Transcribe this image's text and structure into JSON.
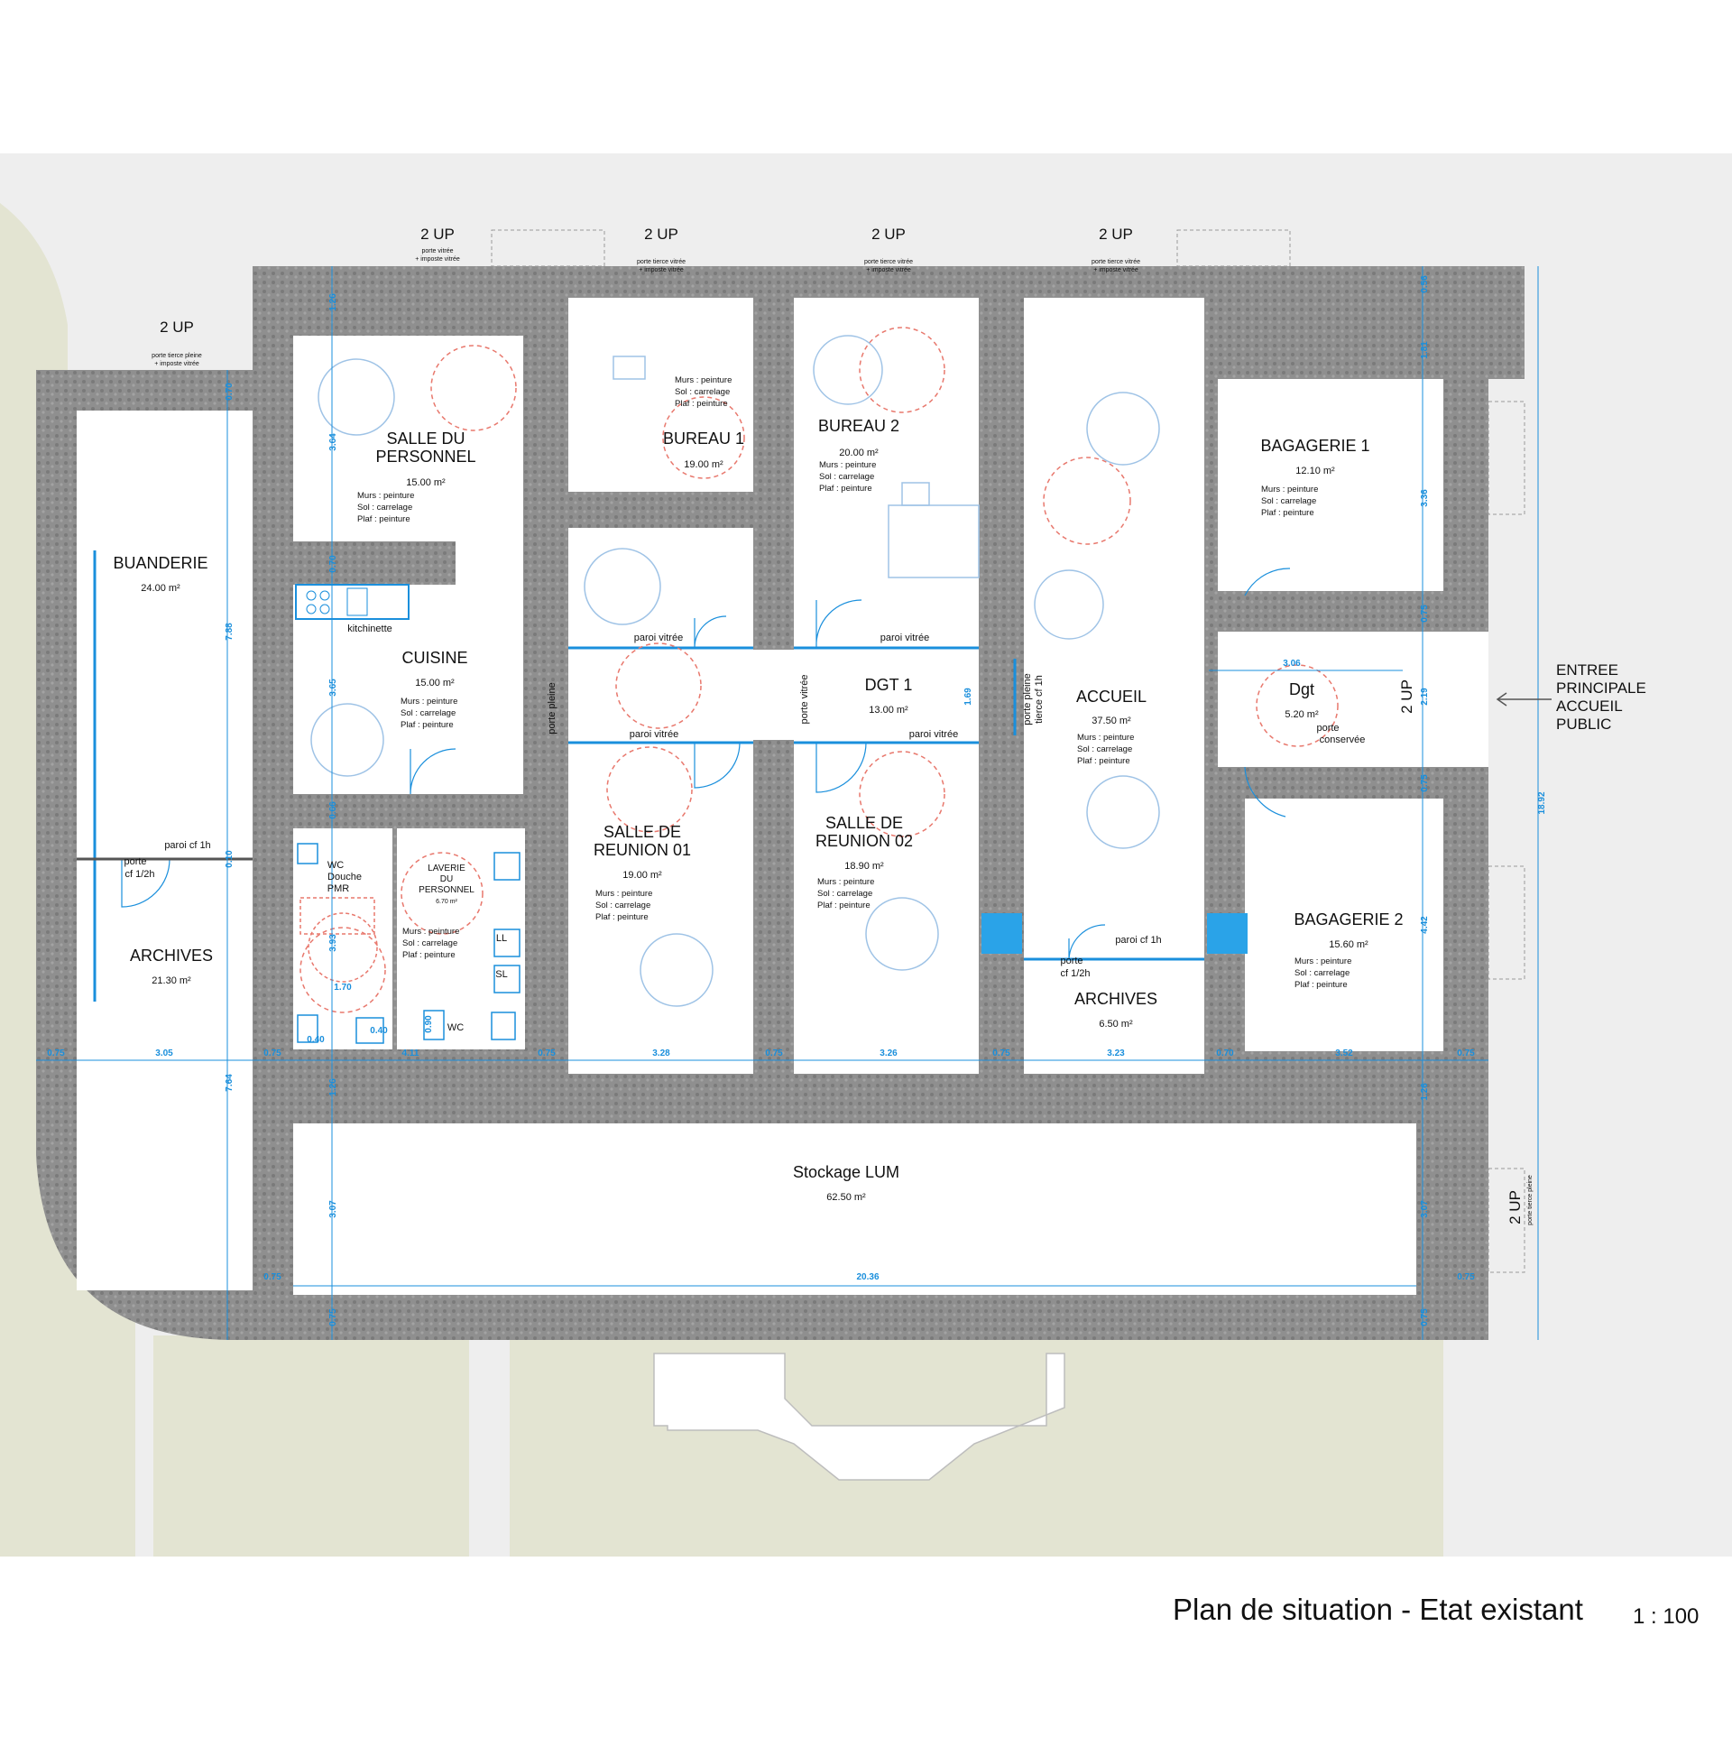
{
  "title": "Plan de situation - Etat existant",
  "scale": "1 : 100",
  "colors": {
    "wall": "#8f8f8f",
    "exterior": "#e3e4d2",
    "ground": "#eeeeee",
    "dimension": "#1a8fdc",
    "furniture": "#9fc3e6",
    "turning_circle": "#e8786d"
  },
  "rooms": [
    {
      "name": "BUANDERIE",
      "area": "24.00 m²"
    },
    {
      "name": "ARCHIVES",
      "area": "21.30 m²"
    },
    {
      "name_1": "SALLE DU",
      "name_2": "PERSONNEL",
      "area": "15.00 m²",
      "murs": "Murs : peinture",
      "sol": "Sol : carrelage",
      "plaf": "Plaf : peinture"
    },
    {
      "name": "CUISINE",
      "area": "15.00 m²",
      "murs": "Murs : peinture",
      "sol": "Sol : carrelage",
      "plaf": "Plaf : peinture"
    },
    {
      "name": "BUREAU 1",
      "area": "19.00 m²",
      "murs": "Murs : peinture",
      "sol": "Sol : carrelage",
      "plaf": "Plaf : peinture"
    },
    {
      "name": "BUREAU 2",
      "area": "20.00 m²",
      "murs": "Murs : peinture",
      "sol": "Sol : carrelage",
      "plaf": "Plaf : peinture"
    },
    {
      "name": "DGT 1",
      "area": "13.00 m²"
    },
    {
      "name": "ACCUEIL",
      "area": "37.50 m²",
      "murs": "Murs : peinture",
      "sol": "Sol : carrelage",
      "plaf": "Plaf : peinture"
    },
    {
      "name": "BAGAGERIE 1",
      "area": "12.10 m²",
      "murs": "Murs : peinture",
      "sol": "Sol : carrelage",
      "plaf": "Plaf : peinture"
    },
    {
      "name": "Dgt",
      "area": "5.20 m²"
    },
    {
      "name": "BAGAGERIE 2",
      "area": "15.60 m²",
      "murs": "Murs : peinture",
      "sol": "Sol : carrelage",
      "plaf": "Plaf : peinture"
    },
    {
      "name_1": "SALLE DE",
      "name_2": "REUNION 01",
      "area": "19.00 m²",
      "murs": "Murs : peinture",
      "sol": "Sol : carrelage",
      "plaf": "Plaf : peinture"
    },
    {
      "name_1": "SALLE DE",
      "name_2": "REUNION 02",
      "area": "18.90 m²",
      "murs": "Murs : peinture",
      "sol": "Sol : carrelage",
      "plaf": "Plaf : peinture"
    },
    {
      "name": "ARCHIVES",
      "area": "6.50 m²"
    },
    {
      "name": "Stockage LUM",
      "area": "62.50 m²"
    },
    {
      "name_1": "LAVERIE",
      "name_2": "DU",
      "name_3": "PERSONNEL",
      "area": "6.70 m²",
      "murs": "Murs : peinture",
      "sol": "Sol : carrelage",
      "plaf": "Plaf : peinture"
    },
    {
      "name_1": "WC",
      "name_2": "Douche",
      "name_3": "PMR"
    },
    {
      "name": "WC"
    }
  ],
  "labels": {
    "kitchinette": "kitchinette",
    "paroi_vitree": "paroi vitrée",
    "porte_pleine": "porte pleine",
    "porte_vitree": "porte vitrée",
    "porte_pleine_tierce_1": "porte pleine",
    "porte_pleine_tierce_2": "tierce cf 1h",
    "paroi_cf": "paroi cf 1h",
    "porte_cf_1": "porte",
    "porte_cf_2": "cf 1/2h",
    "porte_conservee_1": "porte",
    "porte_conservee_2": "conservée",
    "ll": "LL",
    "sl": "SL",
    "up": "2 UP",
    "door_note_1a": "porte vitrée",
    "door_note_1b": "+ imposte vitrée",
    "door_note_2a": "porte tierce vitrée",
    "door_note_2b": "+ imposte vitrée",
    "door_note_3a": "porte tierce pleine",
    "door_note_3b": "+ imposte vitrée",
    "door_note_4": "porte tierce pleine",
    "entry_1": "ENTREE",
    "entry_2": "PRINCIPALE",
    "entry_3": "ACCUEIL",
    "entry_4": "PUBLIC"
  },
  "dimensions": {
    "h_bottom": [
      "0.75",
      "3.05",
      "0.75",
      "4.11",
      "0.75",
      "3.28",
      "0.75",
      "3.26",
      "0.75",
      "3.23",
      "0.70",
      "3.52",
      "0.75"
    ],
    "total_width": "20.36",
    "total_height": "18.92",
    "dgt_width": "3.06",
    "v_left": [
      "1.26",
      "3.64",
      "0.70",
      "3.65",
      "0.66",
      "3.93",
      "1.70",
      "0.40",
      "0.40",
      "0.90"
    ],
    "v_right": [
      "0.56",
      "1.81",
      "3.36",
      "0.75",
      "2.19",
      "0.75",
      "4.42",
      "1.26",
      "3.07",
      "0.75"
    ],
    "v_misc": [
      "0.70",
      "7.88",
      "0.10",
      "7.64",
      "1.26",
      "3.07",
      "0.75",
      "1.69"
    ]
  }
}
